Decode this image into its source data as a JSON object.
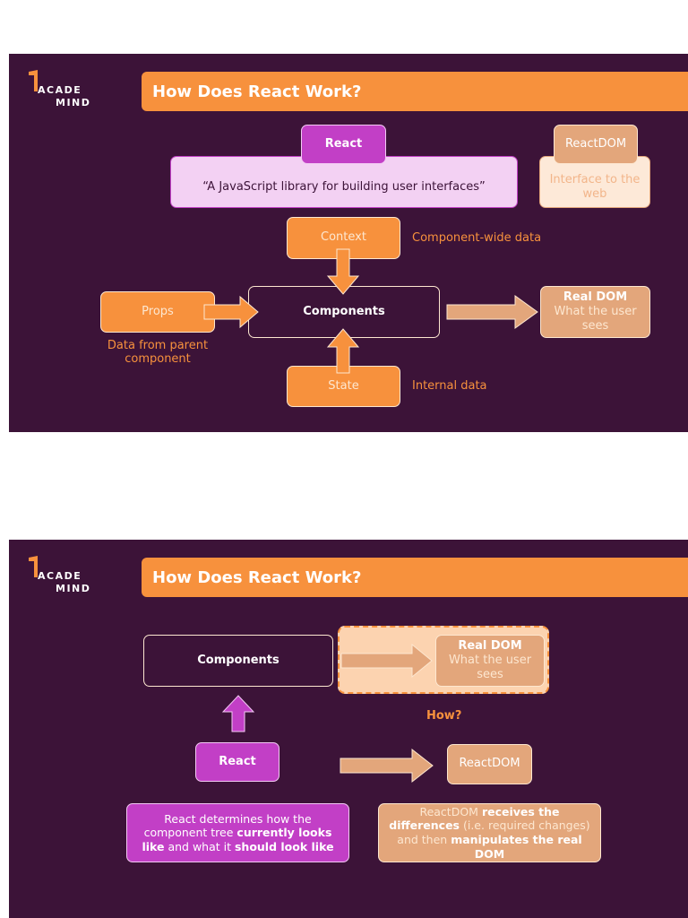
{
  "logo": {
    "line1": "ACADE",
    "line2": "MIND"
  },
  "slide1": {
    "title": "How Does React Work?",
    "react": {
      "label": "React",
      "description": "“A JavaScript library for building user interfaces”"
    },
    "reactdom": {
      "label": "ReactDOM",
      "description": "Interface to the web"
    },
    "context": {
      "label": "Context",
      "note": "Component-wide data"
    },
    "components": {
      "label": "Components"
    },
    "props": {
      "label": "Props",
      "note": "Data from parent component"
    },
    "state": {
      "label": "State",
      "note": "Internal data"
    },
    "real_dom": {
      "title": "Real DOM",
      "subtitle": "What the user sees"
    }
  },
  "slide2": {
    "title": "How Does React Work?",
    "components": {
      "label": "Components"
    },
    "real_dom": {
      "title": "Real DOM",
      "subtitle": "What the user sees"
    },
    "how": "How?",
    "react": {
      "label": "React"
    },
    "reactdom": {
      "label": "ReactDOM"
    },
    "react_note": {
      "t1": "React determines how the component tree ",
      "b1": "currently looks like",
      "t2": " and what it ",
      "b2": "should look like"
    },
    "reactdom_note": {
      "t1": "ReactDOM ",
      "b1": "receives the differences",
      "t2": " (i.e. required changes) and then ",
      "b2": "manipulates the real DOM"
    }
  },
  "colors": {
    "background": "#3c1338",
    "accent_orange": "#f7913d",
    "magenta": "#c23fc6",
    "tan": "#e3a67b"
  }
}
